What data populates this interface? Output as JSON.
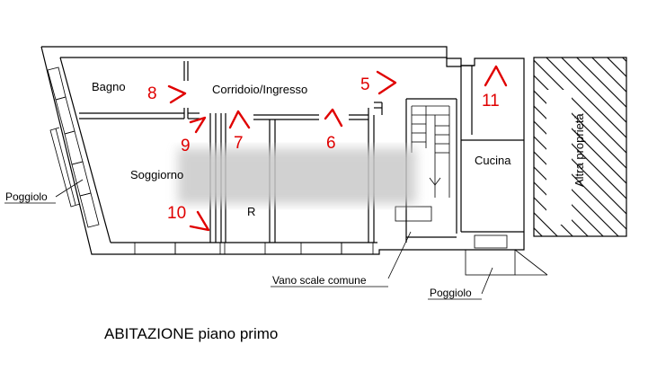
{
  "rooms": {
    "bagno": "Bagno",
    "corridoio": "Corridoio/Ingresso",
    "soggiorno": "Soggiorno",
    "cucina": "Cucina",
    "altra": "Altra proprietà",
    "r": "R"
  },
  "callouts": {
    "poggiolo_left": "Poggiolo",
    "vano_scale": "Vano scale comune",
    "poggiolo_right": "Poggiolo"
  },
  "view_numbers": [
    "5",
    "6",
    "7",
    "8",
    "9",
    "10",
    "11"
  ],
  "caption": "ABITAZIONE piano primo",
  "colors": {
    "arrows": "#e00000",
    "lines": "#000000"
  }
}
